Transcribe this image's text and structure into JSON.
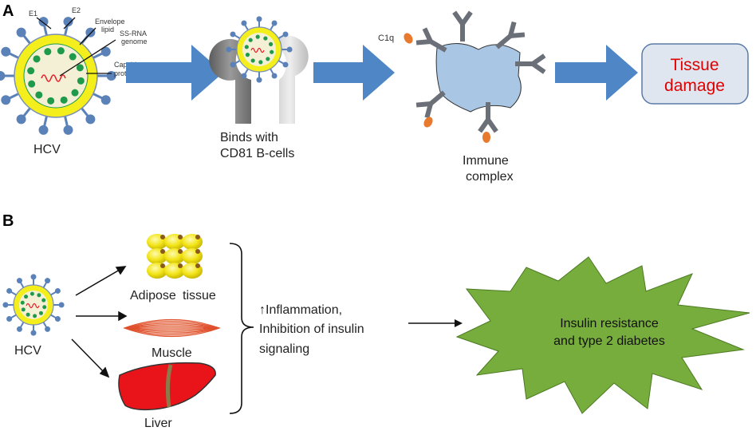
{
  "panel_a": {
    "letter": "A",
    "virus_labels": {
      "e1": "E1",
      "e2": "E2",
      "envelope_line1": "Envelope",
      "envelope_line2": "lipid",
      "rna_line1": "SS-RNA",
      "rna_line2": "genome",
      "capsid_line1": "Capsid",
      "capsid_line2": "proteins",
      "hcv": "HCV"
    },
    "bcell_line1": "Binds with",
    "bcell_line2": "CD81 B-cells",
    "c1q": "C1q",
    "immune_line1": "Immune",
    "immune_line2": "complex",
    "outcome_line1": "Tissue",
    "outcome_line2": "damage"
  },
  "panel_b": {
    "letter": "B",
    "hcv": "HCV",
    "adipose_part1": "Adipose",
    "adipose_part2": "tissue",
    "muscle": "Muscle",
    "liver": "Liver",
    "effect_line1": "↑Inflammation,",
    "effect_line2": "Inhibition of insulin",
    "effect_line3": "signaling",
    "outcome_line1": "Insulin resistance",
    "outcome_line2": "and type 2 diabetes"
  },
  "colors": {
    "arrow_blue": "#4f86c6",
    "envelope_yellow": "#f5ee1d",
    "capsid_green": "#1e9a4a",
    "core_cream": "#f3f0d6",
    "spike_blue": "#5b82b8",
    "antibody_grey": "#6b6f78",
    "c1q_orange": "#e87a2e",
    "complex_blue": "#a9c6e4",
    "tissue_box_fill": "#dfe6f0",
    "tissue_text_red": "#e00000",
    "burst_green": "#77ad3d",
    "liver_red": "#e8141a",
    "muscle_red": "#e0502c",
    "adipose_yellow": "#f2e416"
  }
}
